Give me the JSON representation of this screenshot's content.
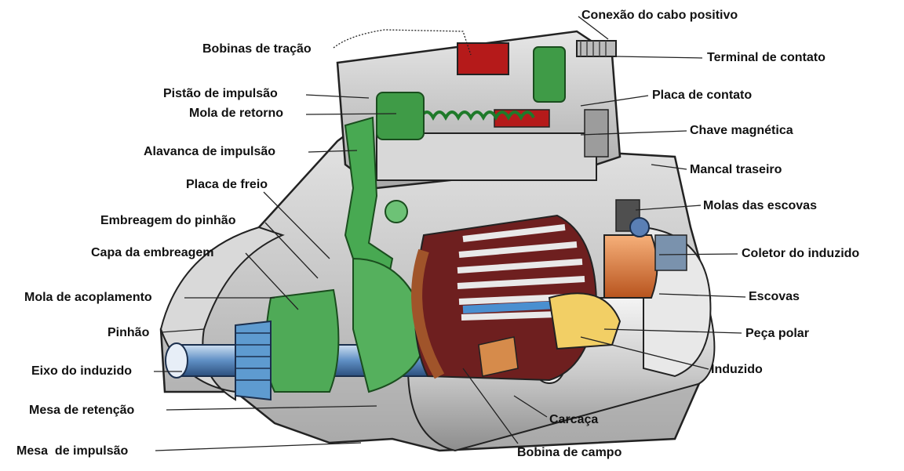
{
  "labels": {
    "conexao_cabo_positivo": "Conexão do cabo positivo",
    "bobinas_tracao": "Bobinas de tração",
    "terminal_contato": "Terminal de contato",
    "pistao_impulsao": "Pistão de impulsão",
    "placa_contato": "Placa de contato",
    "mola_retorno": "Mola de retorno",
    "chave_magnetica": "Chave magnética",
    "alavanca_impulsao": "Alavanca de impulsão",
    "mancal_traseiro": "Mancal traseiro",
    "placa_freio": "Placa de freio",
    "molas_escovas": "Molas das escovas",
    "embreagem_pinhao": "Embreagem do pinhão",
    "capa_embreagem": "Capa da embreagem",
    "coletor_induzido": "Coletor do induzido",
    "mola_acoplamento": "Mola de acoplamento",
    "escovas": "Escovas",
    "pinhao": "Pinhão",
    "peca_polar": "Peça polar",
    "eixo_induzido": "Eixo do induzido",
    "induzido": "Induzido",
    "mesa_retencao": "Mesa de retenção",
    "carcaca": "Carcaça",
    "mesa_impulsao": "Mesa  de impulsão",
    "bobina_campo": "Bobina de campo"
  }
}
